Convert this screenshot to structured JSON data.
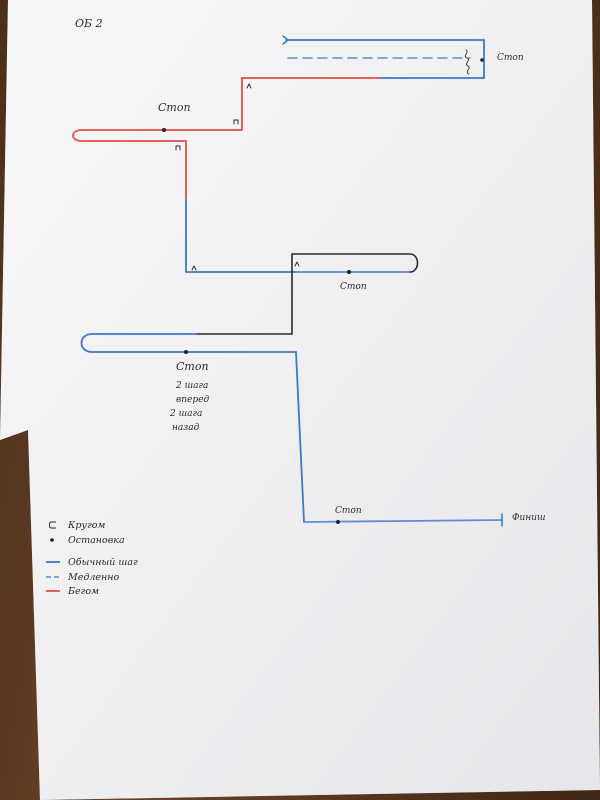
{
  "header": {
    "code": "ОБ 2"
  },
  "route_labels": {
    "stop_top_right": "Стоп",
    "stop_upper_left": "Стоп",
    "stop_middle": "Стоп",
    "stop_lower": "Стоп",
    "stop_lower_note_1": "2 шага",
    "stop_lower_note_2": "вперед",
    "stop_lower_note_3": "2 шага",
    "stop_lower_note_4": "назад",
    "stop_bottom": "Стоп",
    "finish": "Финиш"
  },
  "legend": {
    "items": [
      {
        "symbol": "turn",
        "label": "Кругом"
      },
      {
        "symbol": "dot",
        "label": "Остановка"
      },
      {
        "symbol": "solid-blue",
        "label": "Обычный шаг"
      },
      {
        "symbol": "dashed-blue",
        "label": "Медленно"
      },
      {
        "symbol": "solid-red",
        "label": "Бегом"
      }
    ]
  },
  "colors": {
    "normal": "#3f78c8",
    "slow": "#5c8fd6",
    "run": "#e0625a",
    "black": "#2a2a2a",
    "paper": "#f1f1f3"
  }
}
